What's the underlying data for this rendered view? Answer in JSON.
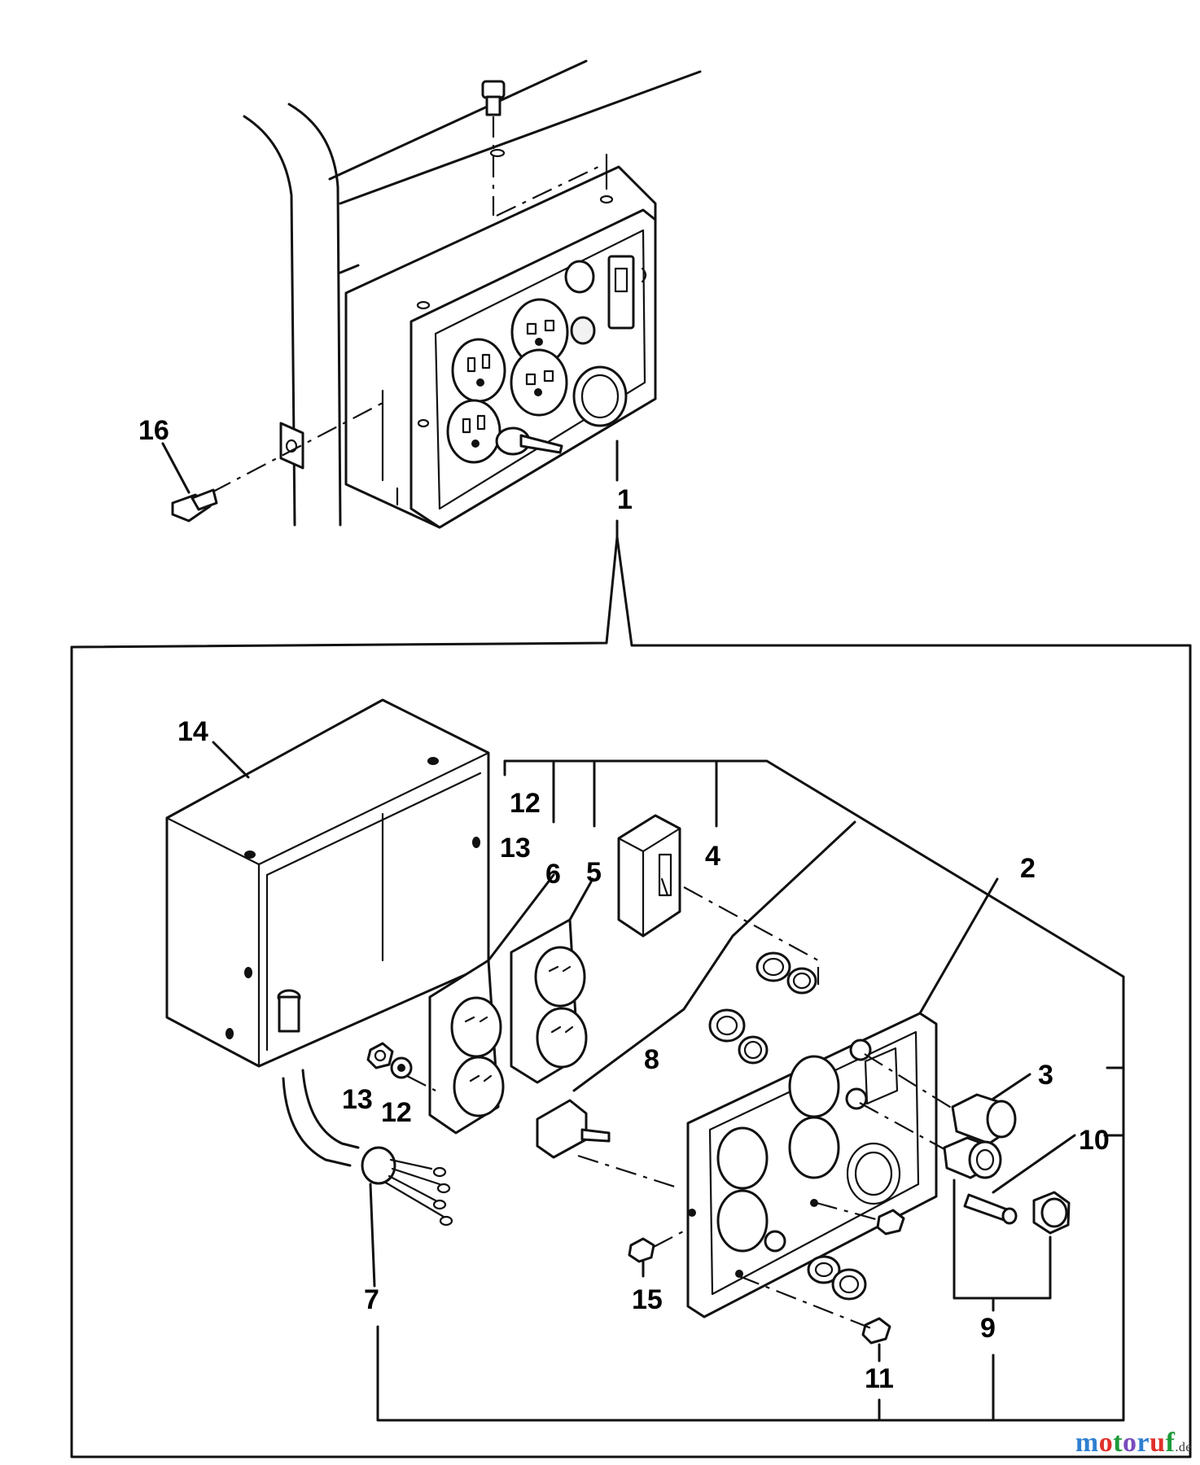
{
  "diagram": {
    "callouts": [
      {
        "id": "1",
        "label": "1"
      },
      {
        "id": "2",
        "label": "2"
      },
      {
        "id": "3",
        "label": "3"
      },
      {
        "id": "4",
        "label": "4"
      },
      {
        "id": "5",
        "label": "5"
      },
      {
        "id": "6",
        "label": "6"
      },
      {
        "id": "7",
        "label": "7"
      },
      {
        "id": "8a",
        "label": "8"
      },
      {
        "id": "9",
        "label": "9"
      },
      {
        "id": "10",
        "label": "10"
      },
      {
        "id": "11",
        "label": "11"
      },
      {
        "id": "12a",
        "label": "12"
      },
      {
        "id": "12b",
        "label": "12"
      },
      {
        "id": "13a",
        "label": "13"
      },
      {
        "id": "13b",
        "label": "13"
      },
      {
        "id": "14",
        "label": "14"
      },
      {
        "id": "15",
        "label": "15"
      },
      {
        "id": "16",
        "label": "16"
      }
    ]
  },
  "watermark": {
    "brand": "motoruf",
    "tld": ".de"
  }
}
